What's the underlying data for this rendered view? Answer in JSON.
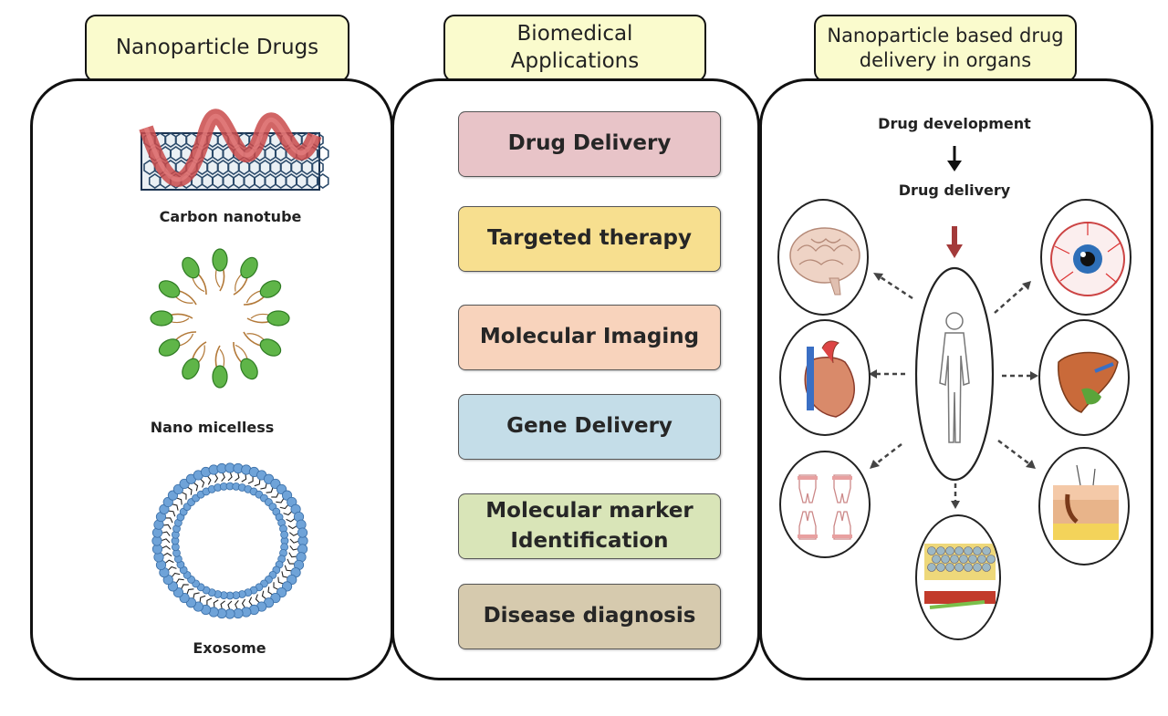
{
  "columns": {
    "drugs": {
      "title": "Nanoparticle Drugs",
      "items": [
        {
          "label": "Carbon nanotube",
          "icon": "carbon-nanotube-icon"
        },
        {
          "label": "Nano micelless",
          "icon": "nano-micelle-icon"
        },
        {
          "label": "Exosome",
          "icon": "exosome-icon"
        }
      ]
    },
    "applications": {
      "title": "Biomedical\nApplications",
      "items": [
        {
          "label": "Drug  Delivery",
          "color": "#e8c4c8"
        },
        {
          "label": "Targeted therapy",
          "color": "#f7df8f"
        },
        {
          "label": "Molecular  Imaging",
          "color": "#f8d3bc"
        },
        {
          "label": "Gene  Delivery",
          "color": "#c4dde8"
        },
        {
          "label": "Molecular  marker\nIdentification",
          "color": "#d9e5b8"
        },
        {
          "label": "Disease  diagnosis",
          "color": "#d6caae"
        }
      ]
    },
    "organs": {
      "title": "Nanoparticle based drug\ndelivery in organs",
      "flow_top": "Drug development",
      "flow_mid": "Drug delivery",
      "targets": [
        "brain-icon",
        "eye-icon",
        "heart-icon",
        "liver-icon",
        "teeth-icon",
        "skin-icon",
        "blood-vessel-icon"
      ]
    }
  },
  "colors": {
    "tab_fill": "#fafbcd",
    "nanotube_helix": "#d9534f",
    "micelle_head": "#5fb548",
    "exosome_head": "#6fa3d8",
    "down_arrow": "#a33a3a"
  }
}
